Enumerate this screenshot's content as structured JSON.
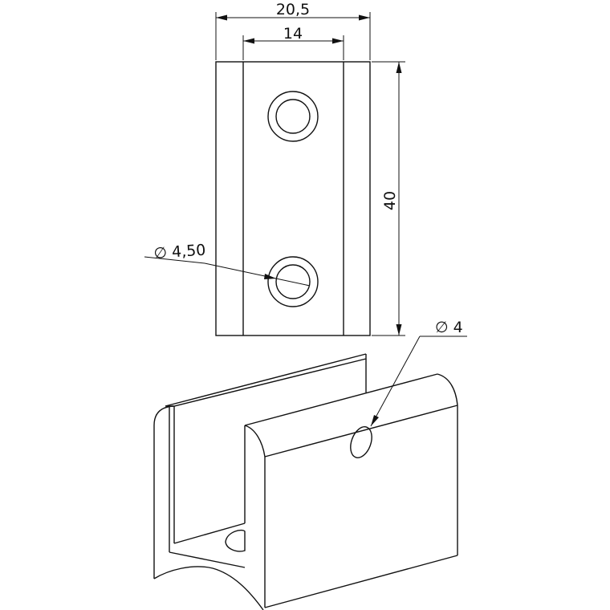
{
  "dimensions": {
    "overall_width": "20,5",
    "inner_width": "14",
    "height": "40",
    "hole_diameter_top_view": "∅ 4,50",
    "hole_diameter_iso_view": "∅ 4"
  },
  "colors": {
    "line": "#111111",
    "background": "#ffffff"
  }
}
